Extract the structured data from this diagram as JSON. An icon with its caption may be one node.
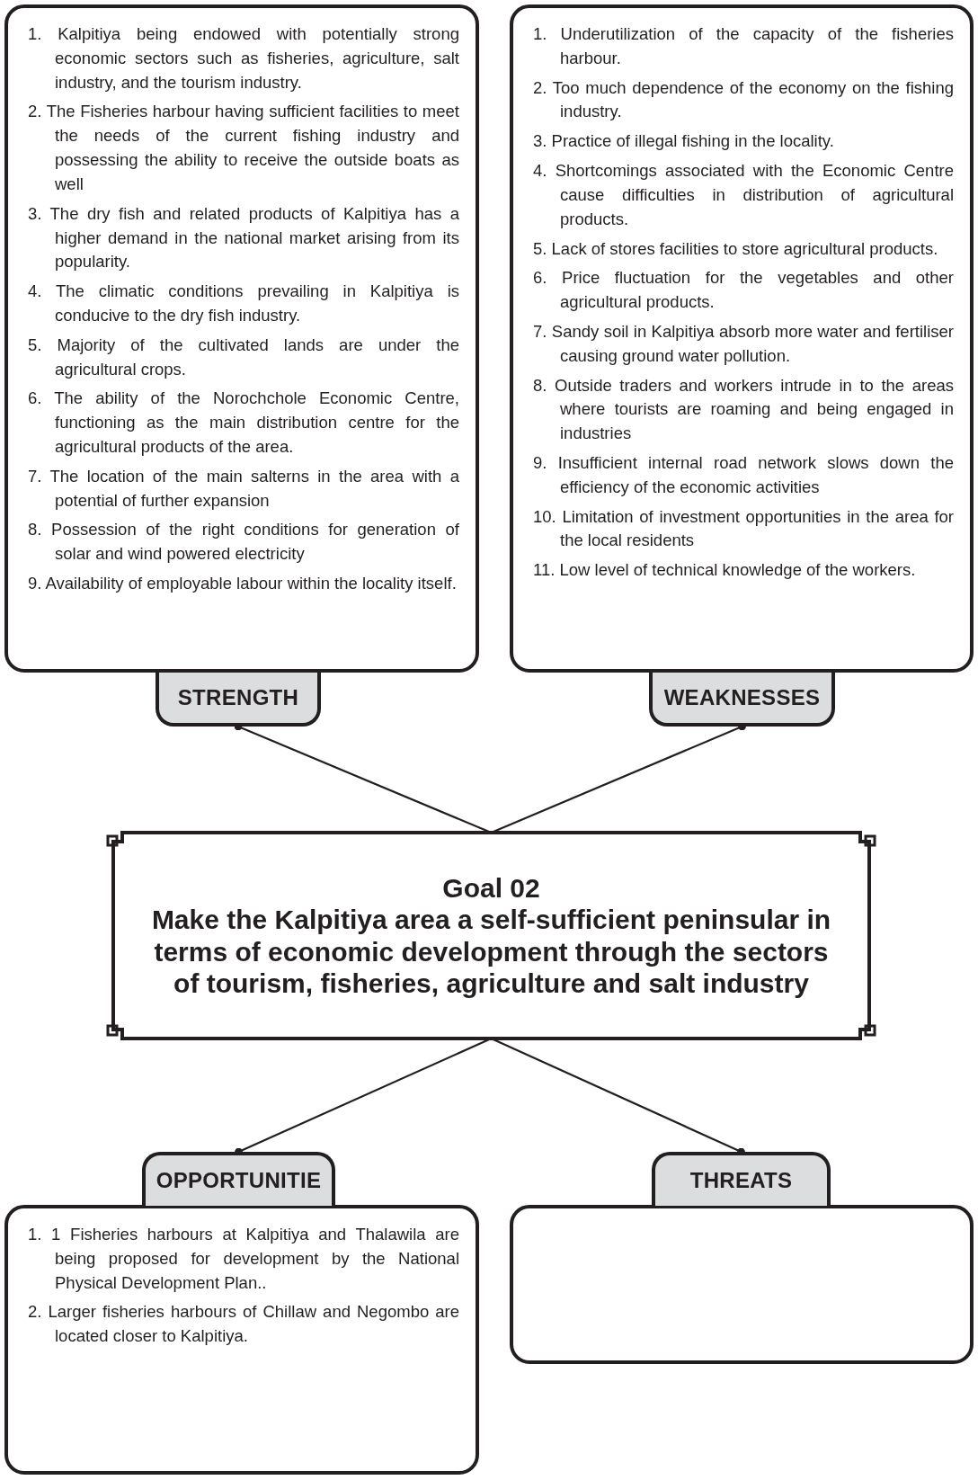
{
  "diagram": {
    "nodes": [
      {
        "text": [
          "1. Kalpitiya being endowed with potentially strong economic sectors such as fisheries, agriculture, salt industry, and the tourism industry.",
          "2. The Fisheries harbour having sufficient facilities to meet the needs of the current fishing industry and possessing the ability to receive the outside boats as well",
          "3. The dry fish and related products of Kalpitiya has a higher demand in the national market arising from its popularity.",
          "4. The climatic conditions prevailing in Kalpitiya is conducive to the dry fish industry.",
          "5. Majority of the cultivated lands are under the agricultural crops.",
          "6. The ability of the Norochchole Economic Centre, functioning as the main distribution centre for the agricultural products of the area.",
          "7. The location of the main salterns in the area with a potential of further expansion",
          "8. Possession of the right conditions for generation of solar and wind powered electricity",
          "9. Availability of employable labour within the locality itself."
        ]
      },
      {
        "text": [
          "1. Underutilization of the capacity of the fisheries harbour.",
          "2. Too much dependence of the economy on the fishing industry.",
          "3. Practice of illegal fishing in the locality.",
          "4. Shortcomings associated with the Economic Centre cause difficulties in distribution of agricultural products.",
          "5. Lack of stores facilities to store agricultural products.",
          "6. Price fluctuation for the vegetables and other agricultural products.",
          "7. Sandy soil in Kalpitiya absorb more water and fertiliser causing ground water pollution.",
          "8. Outside traders and workers intrude in to the areas where tourists are roaming and being engaged in industries",
          "9. Insufficient internal road network slows down the efficiency of the economic activities",
          "10. Limitation of investment opportunities in the area for the local residents",
          "11. Low level of technical knowledge of the workers."
        ]
      },
      {
        "text": [
          "STRENGTH"
        ]
      },
      {
        "text": [
          "WEAKNESSES"
        ]
      },
      {
        "text": [
          "Goal 02",
          "Make the Kalpitiya area a self-sufficient peninsular in terms of economic development through the sectors of tourism, fisheries, agriculture and salt industry"
        ]
      },
      {
        "text": [
          "OPPORTUNITIE"
        ]
      },
      {
        "text": [
          "THREATS"
        ]
      },
      {
        "text": [
          "1. 1 Fisheries harbours at Kalpitiya and Thalawila are being proposed for development by the National Physical Development Plan..",
          "2. Larger fisheries harbours of Chillaw and Negombo are located closer to Kalpitiya."
        ]
      },
      {
        "text": [],
        "shape": "box"
      }
    ],
    "edges": [
      {
        "from": 2,
        "to": 4,
        "arrow": "other"
      },
      {
        "from": 3,
        "to": 4,
        "arrow": "other"
      },
      {
        "from": 5,
        "to": 4,
        "arrow": "other"
      },
      {
        "from": 6,
        "to": 4,
        "arrow": "other"
      }
    ]
  }
}
